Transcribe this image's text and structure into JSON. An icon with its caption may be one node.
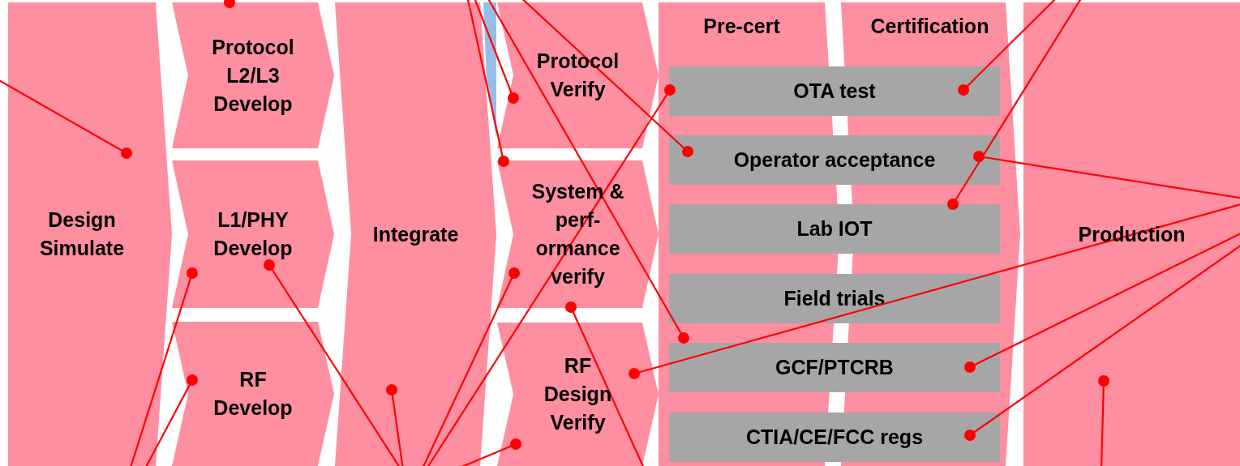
{
  "diagram": {
    "nodes": [
      {
        "text": [
          "Design Simulate"
        ]
      },
      {
        "text": [
          "Protocol L2/L3 Develop"
        ]
      },
      {
        "text": [
          "L1/PHY Develop"
        ]
      },
      {
        "text": [
          "RF Develop"
        ]
      },
      {
        "text": [
          "Integrate"
        ]
      },
      {
        "text": [
          "Protocol Verify"
        ]
      },
      {
        "text": [
          "System & perf- ormance verify"
        ]
      },
      {
        "text": [
          "RF Design Verify"
        ]
      },
      {
        "text": [
          "Pre-cert"
        ]
      },
      {
        "text": [
          "Certification"
        ]
      },
      {
        "text": [
          "OTA test"
        ]
      },
      {
        "text": [
          "Operator acceptance"
        ]
      },
      {
        "text": [
          "Lab IOT"
        ]
      },
      {
        "text": [
          "Field trials"
        ]
      },
      {
        "text": [
          "GCF/PTCRB"
        ]
      },
      {
        "text": [
          "CTIA/CE/FCC regs"
        ]
      },
      {
        "text": [
          "Production"
        ]
      }
    ],
    "edges": [
      {
        "from": null,
        "to": 0,
        "arrow": "other"
      },
      {
        "from": null,
        "to": 1,
        "arrow": "other"
      },
      {
        "from": 4,
        "to": 5,
        "arrow": "other"
      },
      {
        "from": 4,
        "to": 6,
        "arrow": "other"
      },
      {
        "from": 5,
        "to": 8,
        "arrow": "other"
      },
      {
        "from": 5,
        "to": 11,
        "arrow": "other"
      },
      {
        "from": 16,
        "to": 10,
        "arrow": "other"
      },
      {
        "from": 16,
        "to": 12,
        "arrow": "other"
      },
      {
        "from": 16,
        "to": 11,
        "arrow": "other"
      },
      {
        "from": 16,
        "to": 7,
        "arrow": "other"
      },
      {
        "from": 16,
        "to": 14,
        "arrow": "other"
      },
      {
        "from": 16,
        "to": 15,
        "arrow": "other"
      },
      {
        "from": 0,
        "to": 2,
        "arrow": "other"
      },
      {
        "from": 0,
        "to": 3,
        "arrow": "other"
      },
      {
        "from": 4,
        "to": 2,
        "arrow": "other"
      },
      {
        "from": 4,
        "to": 4,
        "arrow": "other"
      },
      {
        "from": 4,
        "to": 6,
        "arrow": "other"
      },
      {
        "from": 4,
        "to": 10,
        "arrow": "other"
      },
      {
        "from": 4,
        "to": 7,
        "arrow": "other"
      },
      {
        "from": 7,
        "to": 6,
        "arrow": "other"
      },
      {
        "from": null,
        "to": 16,
        "arrow": "other"
      }
    ]
  }
}
